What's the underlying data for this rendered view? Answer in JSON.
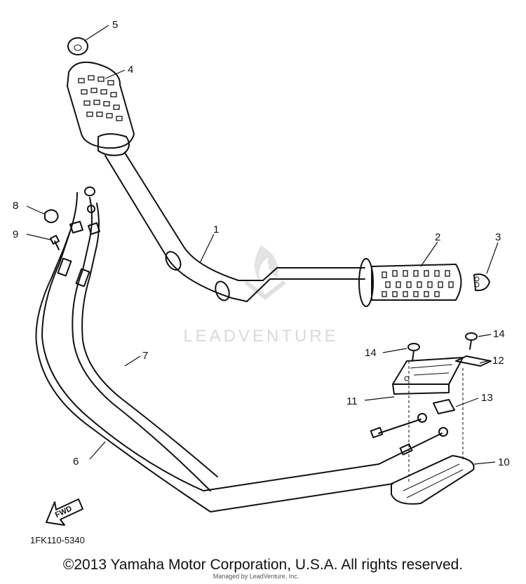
{
  "diagram": {
    "callouts": [
      "1",
      "2",
      "3",
      "4",
      "5",
      "6",
      "7",
      "8",
      "9",
      "10",
      "11",
      "12",
      "13",
      "14",
      "14"
    ],
    "drawing_code": "1FK110-5340",
    "fwd_label": "FWD",
    "watermark": "LEADVENTURE",
    "credit": "Managed by LeadVenture, Inc."
  },
  "footer": {
    "copyright": "©2013 Yamaha Motor Corporation, U.S.A. All rights reserved."
  }
}
